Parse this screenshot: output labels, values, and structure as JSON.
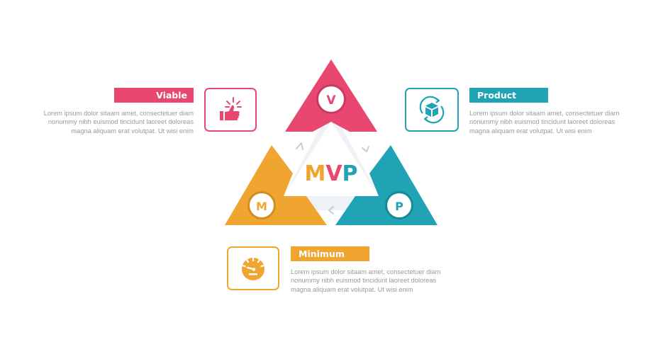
{
  "center_title": {
    "letters": [
      {
        "char": "M",
        "color": "#EFA52F"
      },
      {
        "char": "V",
        "color": "#E84870"
      },
      {
        "char": "P",
        "color": "#1FA3B5"
      }
    ]
  },
  "colors": {
    "viable": "#E84870",
    "viable_dark": "#C93A5E",
    "minimum": "#EFA52F",
    "minimum_dark": "#D08E22",
    "product": "#1FA3B5",
    "product_dark": "#178998",
    "band": "#EEF1F5",
    "arrow": "#C7CDD5",
    "desc_text": "#9A9A9A"
  },
  "segments": {
    "viable": {
      "letter": "V",
      "label": "Viable",
      "icon": "thumbs-up-icon",
      "description_lines": [
        "Lorem ipsum dolor sitaam amet, consectetuer diam",
        "nonummy  nibh euismod tincidunt laoreet doloreas",
        "magna aliquam erat volutpat. Ut wisi enim"
      ]
    },
    "product": {
      "letter": "P",
      "label": "Product",
      "icon": "box-cycle-icon",
      "description_lines": [
        "Lorem ipsum dolor sitaam amet, consectetuer diam",
        "nonummy  nibh euismod tincidunt laoreet doloreas",
        "magna aliquam erat volutpat. Ut wisi enim"
      ]
    },
    "minimum": {
      "letter": "M",
      "label": "Minimum",
      "icon": "speedometer-icon",
      "description_lines": [
        "Lorem ipsum dolor sitaam amet, consectetuer diam",
        "nonummy  nibh euismod tincidunt laoreet doloreas",
        "magna aliquam erat volutpat. Ut wisi enim"
      ]
    }
  }
}
